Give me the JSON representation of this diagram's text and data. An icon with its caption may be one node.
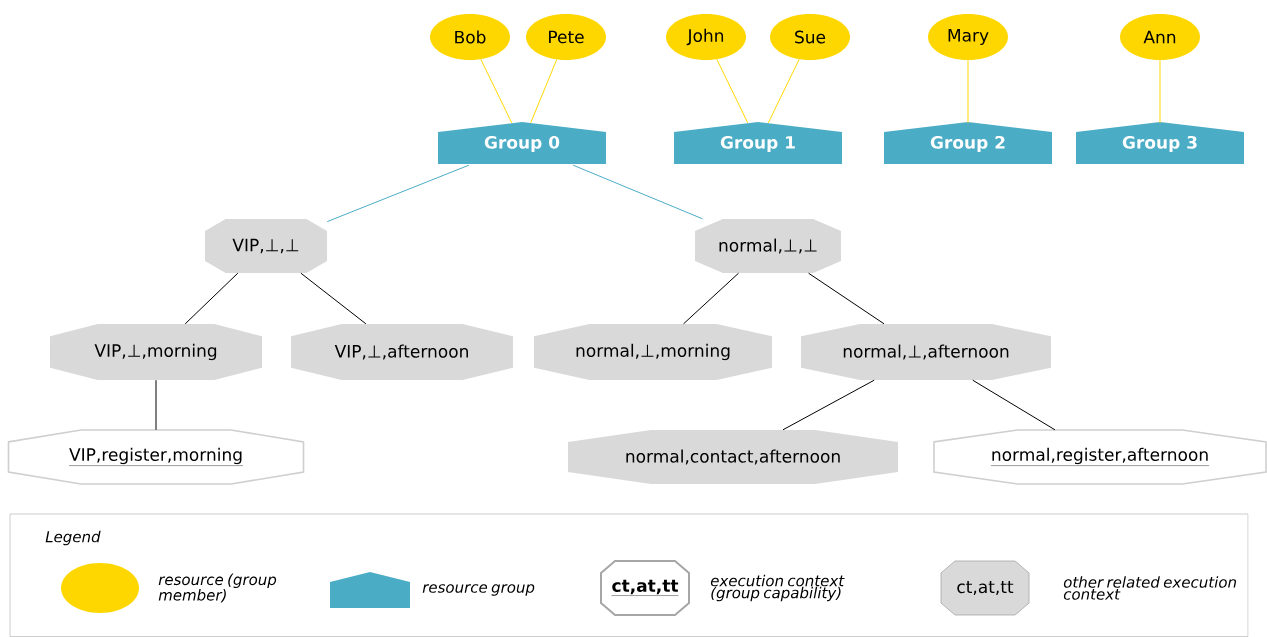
{
  "diagram": {
    "nodes": [
      {
        "text": [
          "Bob"
        ]
      },
      {
        "text": [
          "Pete"
        ]
      },
      {
        "text": [
          "John"
        ]
      },
      {
        "text": [
          "Sue"
        ]
      },
      {
        "text": [
          "Mary"
        ]
      },
      {
        "text": [
          "Ann"
        ]
      },
      {
        "text": [
          "Group 0"
        ]
      },
      {
        "text": [
          "Group 1"
        ]
      },
      {
        "text": [
          "Group 2"
        ]
      },
      {
        "text": [
          "Group 3"
        ]
      },
      {
        "text": [
          "VIP,⊥,⊥"
        ]
      },
      {
        "text": [
          "normal,⊥,⊥"
        ]
      },
      {
        "text": [
          "VIP,⊥,morning"
        ]
      },
      {
        "text": [
          "VIP,⊥,afternoon"
        ]
      },
      {
        "text": [
          "normal,⊥,morning"
        ]
      },
      {
        "text": [
          "normal,⊥,afternoon"
        ]
      },
      {
        "text": [
          "VIP,register,morning"
        ]
      },
      {
        "text": [
          "normal,contact,afternoon"
        ]
      },
      {
        "text": [
          "normal,register,afternoon"
        ]
      }
    ],
    "edges": [
      {
        "from": 0,
        "to": 6,
        "arrow": "none",
        "color": "#ffd700"
      },
      {
        "from": 1,
        "to": 6,
        "arrow": "none",
        "color": "#ffd700"
      },
      {
        "from": 2,
        "to": 7,
        "arrow": "none",
        "color": "#ffd700"
      },
      {
        "from": 3,
        "to": 7,
        "arrow": "none",
        "color": "#ffd700"
      },
      {
        "from": 4,
        "to": 8,
        "arrow": "none",
        "color": "#ffd700"
      },
      {
        "from": 5,
        "to": 9,
        "arrow": "none",
        "color": "#ffd700"
      },
      {
        "from": 6,
        "to": 10,
        "arrow": "none",
        "color": "#4bacc6"
      },
      {
        "from": 6,
        "to": 11,
        "arrow": "none",
        "color": "#4bacc6"
      },
      {
        "from": 10,
        "to": 12,
        "arrow": "none"
      },
      {
        "from": 10,
        "to": 13,
        "arrow": "none"
      },
      {
        "from": 11,
        "to": 14,
        "arrow": "none"
      },
      {
        "from": 11,
        "to": 15,
        "arrow": "none"
      },
      {
        "from": 12,
        "to": 16,
        "arrow": "none"
      },
      {
        "from": 15,
        "to": 17,
        "arrow": "none"
      },
      {
        "from": 15,
        "to": 18,
        "arrow": "none"
      }
    ],
    "labels": [
      "Legend",
      "ct,at,tt",
      "ct,at,tt"
    ],
    "legend": [
      {
        "text": "resource (group member)",
        "color": "#ffd700"
      },
      {
        "text": "resource group",
        "color": "#4bacc6"
      },
      {
        "text": "execution context (group capability)"
      },
      {
        "text": "other related execution context"
      }
    ]
  }
}
